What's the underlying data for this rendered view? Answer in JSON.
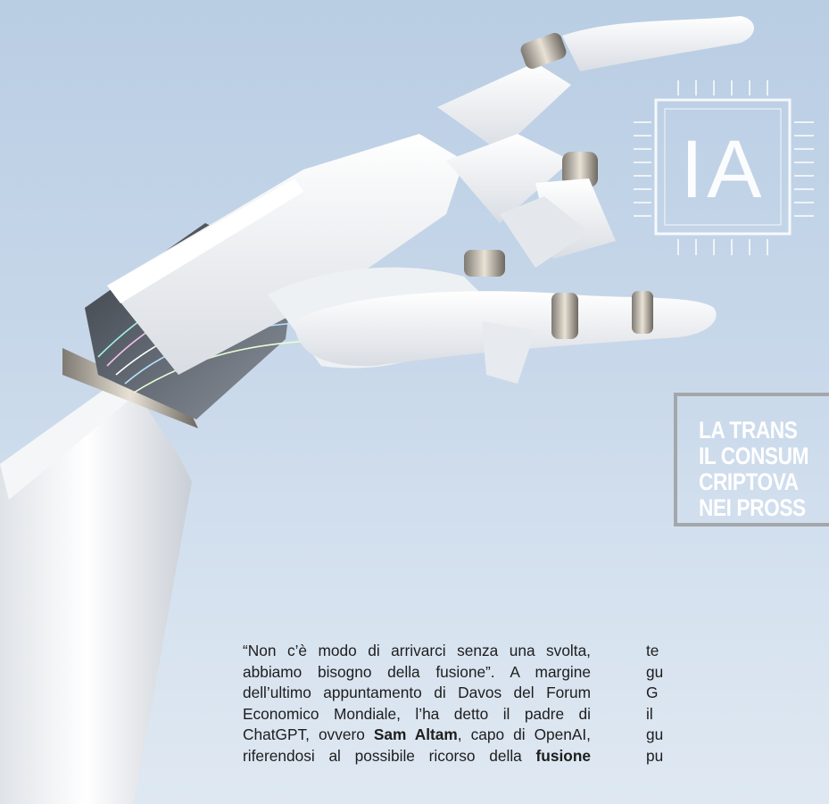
{
  "graphic": {
    "chip_text": "IA",
    "subject": "robotic-hand"
  },
  "callout": {
    "lines": [
      "LA TRANS",
      "IL CONSUM",
      "CRIPTOVA",
      "NEI PROSS"
    ]
  },
  "article": {
    "lines": [
      [
        "“Non c’è modo di arrivarci senza una svolta,"
      ],
      [
        "abbiamo bisogno della fusione”. A margine"
      ],
      [
        "dell’ultimo appuntamento di Davos del Forum"
      ],
      [
        "Economico Mondiale, l’ha detto il padre di"
      ],
      [
        "ChatGPT, ovvero ",
        "Sam Altam",
        ", capo di OpenAI,"
      ],
      [
        "riferendosi al possibile ricorso della ",
        "fusione"
      ]
    ],
    "line1": "“Non c’è modo di arrivarci senza una svolta,",
    "line2": "abbiamo bisogno della fusione”. A margine",
    "line3": "dell’ultimo appuntamento di Davos del Forum",
    "line4": "Economico Mondiale, l’ha detto il padre di",
    "line5_a": "ChatGPT, ovvero ",
    "line5_b": "Sam Altam",
    "line5_c": ", capo di OpenAI,",
    "line6_a": "riferendosi al possibile ricorso della ",
    "line6_b": "fusione"
  },
  "column2": {
    "fragments": [
      "te",
      "gu",
      "G",
      "il",
      "gu",
      "pu"
    ]
  }
}
